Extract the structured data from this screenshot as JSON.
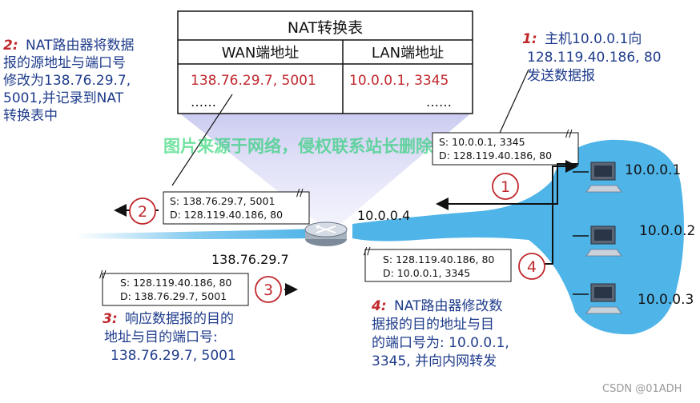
{
  "nat_table": {
    "title": "NAT转换表",
    "wan_header": "WAN端地址",
    "lan_header": "LAN端地址",
    "rows": [
      {
        "wan": "138.76.29.7, 5001",
        "lan": "10.0.0.1, 3345"
      },
      {
        "wan": "……",
        "lan": "……"
      }
    ]
  },
  "steps": {
    "step1": {
      "num": "1:",
      "lines": [
        "主机10.0.0.1向",
        "128.119.40.186, 80",
        "发送数据报"
      ]
    },
    "step2": {
      "num": "2:",
      "lines": [
        "NAT路由器将数据",
        "报的源地址与端口号",
        "修改为138.76.29.7,",
        "5001,并记录到NAT",
        "转换表中"
      ]
    },
    "step3": {
      "num": "3:",
      "lines": [
        "响应数据报的目的",
        "地址与目的端口号:",
        "138.76.29.7, 5001"
      ]
    },
    "step4": {
      "num": "4:",
      "lines": [
        "NAT路由器修改数",
        "据报的目的地址与目",
        "的端口号为: 10.0.0.1,",
        "3345, 并向内网转发"
      ]
    }
  },
  "packets": {
    "p1": {
      "src": "S: 10.0.0.1, 3345",
      "dst": "D: 128.119.40.186, 80"
    },
    "p2": {
      "src": "S: 138.76.29.7, 5001",
      "dst": "D: 128.119.40.186, 80"
    },
    "p3": {
      "src": "S: 128.119.40.186, 80",
      "dst": "D: 138.76.29.7, 5001"
    },
    "p4": {
      "src": "S: 128.119.40.186, 80",
      "dst": "D: 10.0.0.1, 3345"
    }
  },
  "circles": {
    "c1": "1",
    "c2": "2",
    "c3": "3",
    "c4": "4"
  },
  "router": {
    "lan_ip": "10.0.0.4",
    "wan_ip": "138.76.29.7"
  },
  "hosts": [
    "10.0.0.1",
    "10.0.0.2",
    "10.0.0.3"
  ],
  "watermark": "图片来源于网络，侵权联系站长删除",
  "footer": "CSDN @01ADH",
  "colors": {
    "blue_text": "#1f3c8c",
    "red_text": "#c0282d",
    "lan_cloud": "#4fb4e8",
    "watermark": "#00cc55"
  }
}
